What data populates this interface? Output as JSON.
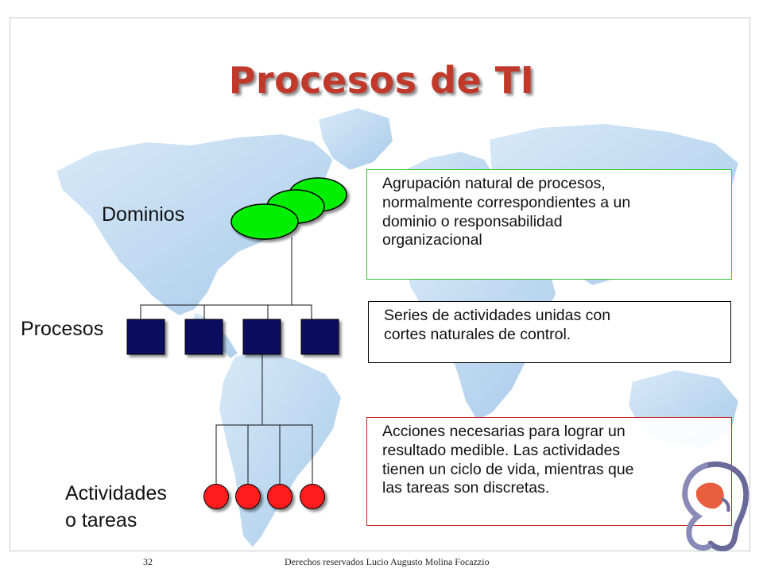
{
  "slide": {
    "title": "Procesos de TI",
    "labels": {
      "dominios": "Dominios",
      "procesos": "Procesos",
      "actividades_line1": "Actividades",
      "actividades_line2": "o tareas"
    },
    "boxes": {
      "dominios_desc": [
        "Agrupación natural de procesos,",
        "normalmente correspondientes a un",
        "dominio o responsabilidad",
        "organizacional"
      ],
      "procesos_desc": [
        "Series de actividades unidas con",
        "cortes naturales de control."
      ],
      "actividades_desc": [
        "Acciones necesarias para lograr un",
        "resultado medible. Las actividades",
        "tienen un ciclo de vida, mientras que",
        "las tareas son discretas."
      ]
    },
    "footer": {
      "page_number": "32",
      "copyright": "Derechos reservados Lucio Augusto Molina Focazzio"
    },
    "colors": {
      "title": "#c0392b",
      "domain_ellipse": "#00ee00",
      "process_square": "#0a0a5e",
      "activity_circle": "#ff1a1a",
      "green_border": "#33cc33",
      "black_border": "#000000",
      "red_border": "#cc2222",
      "map_land": "#bcd8f0"
    }
  }
}
